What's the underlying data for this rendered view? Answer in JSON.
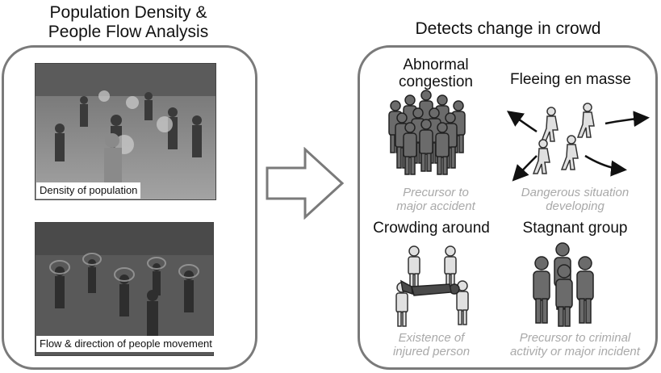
{
  "left": {
    "title_line1": "Population Density &",
    "title_line2": "People Flow Analysis",
    "photo1_caption": "Density of population",
    "photo2_caption": "Flow & direction of people movement"
  },
  "right": {
    "title": "Detects change in crowd",
    "cells": [
      {
        "heading_line1": "Abnormal",
        "heading_line2": "congestion",
        "note_line1": "Precursor to",
        "note_line2": "major accident"
      },
      {
        "heading_line1": "Fleeing en masse",
        "heading_line2": "",
        "note_line1": "Dangerous situation",
        "note_line2": "developing"
      },
      {
        "heading_line1": "Crowding around",
        "heading_line2": "",
        "note_line1": "Existence of",
        "note_line2": "injured person"
      },
      {
        "heading_line1": "Stagnant group",
        "heading_line2": "",
        "note_line1": "Precursor to criminal",
        "note_line2": "activity or major incident"
      }
    ]
  },
  "icons": {
    "arrow": "right-arrow-icon",
    "congestion": "crowd-icon",
    "fleeing": "running-people-icon",
    "crowding": "injured-person-icon",
    "stagnant": "group-icon"
  },
  "colors": {
    "frame": "#7a7a7a",
    "note_text": "#a9a9a9",
    "figure_dark": "#6b6b6b",
    "figure_light": "#e0e0e0"
  }
}
